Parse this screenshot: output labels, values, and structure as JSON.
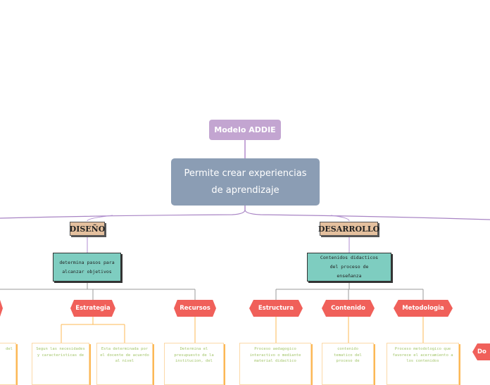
{
  "root": {
    "label": "Modelo ADDIE"
  },
  "main": {
    "line1": "Permite crear experiencias",
    "line2": "de aprendizaje"
  },
  "diseno": {
    "label": "DISEÑO",
    "description": "determina pasos para alcanzar objetivos",
    "children": [
      {
        "label": "Estrategia",
        "leaves": [
          "Segun las necesidades y caracteristicas de",
          "Esta determinada por el docente de acuerdo al nivel"
        ]
      },
      {
        "label": "Recursos",
        "leaves": [
          "Determina el presupuesto de la institucion, del"
        ]
      }
    ],
    "left_partial_leaf": "del"
  },
  "desarrollo": {
    "label": "DESARROLLO",
    "description": "Contenidos didacticos del proceso de enseñanza",
    "children": [
      {
        "label": "Estructura",
        "leaf": "Proceso aedagogico interactivo o mediante material didactico"
      },
      {
        "label": "Contenido",
        "leaf": "contenido tematico del proceso de"
      },
      {
        "label": "Metodologia",
        "leaf": "Proceso metodologico que favorece el acercamiento a los contenidos"
      }
    ]
  },
  "right_partial": {
    "label": "Do"
  },
  "colors": {
    "root": "#c3a5d1",
    "main": "#8b9db4",
    "phase": "#e4c09e",
    "teal": "#7ecdc0",
    "hex": "#f0605a",
    "leaf_border": "#fcb855",
    "leaf_text": "#a3c56a"
  }
}
